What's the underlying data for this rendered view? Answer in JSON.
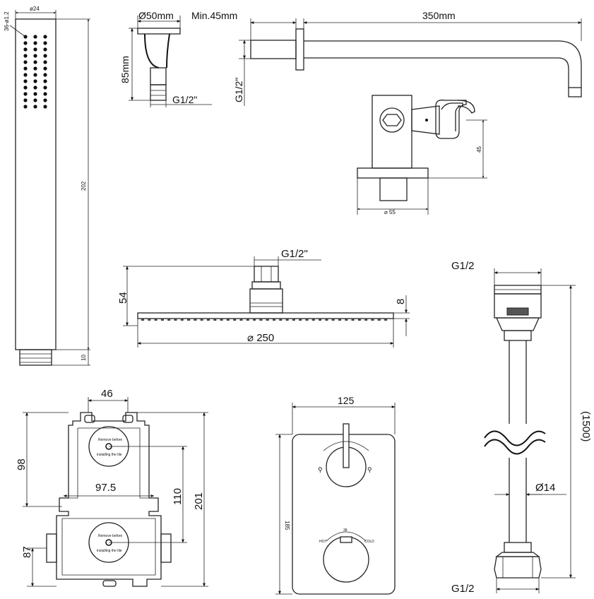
{
  "handshower": {
    "dia_label": "ø24",
    "holes_label": "36-ø1.2",
    "length_label": "202",
    "thread_length_label": "10"
  },
  "wall_connector": {
    "dia_label": "Ø50mm",
    "height_label": "85mm",
    "thread_label": "G1/2\""
  },
  "shower_arm": {
    "min_label": "Min.45mm",
    "length_label": "350mm",
    "thread_label": "G1/2\""
  },
  "holder": {
    "height_label": "45",
    "dia_label": "⌀ 55"
  },
  "rain_head": {
    "thread_label": "G1/2\"",
    "height_label": "54",
    "thickness_label": "8",
    "dia_label": "⌀ 250"
  },
  "hose": {
    "top_thread_label": "G1/2",
    "bottom_thread_label": "G1/2",
    "length_label": "(1500)",
    "dia_label": "Ø14"
  },
  "box": {
    "width_label": "46",
    "top_height_label": "98",
    "spacing_label": "97.5",
    "mid_height_label": "110",
    "total_height_label": "201",
    "bottom_height_label": "87",
    "plug_text_1": "Remove before",
    "plug_text_2": "installing the tile"
  },
  "trim": {
    "width_label": "125",
    "height_label": "185",
    "temp_label": "38",
    "hot_label": "HOT",
    "cold_label": "COLD"
  }
}
